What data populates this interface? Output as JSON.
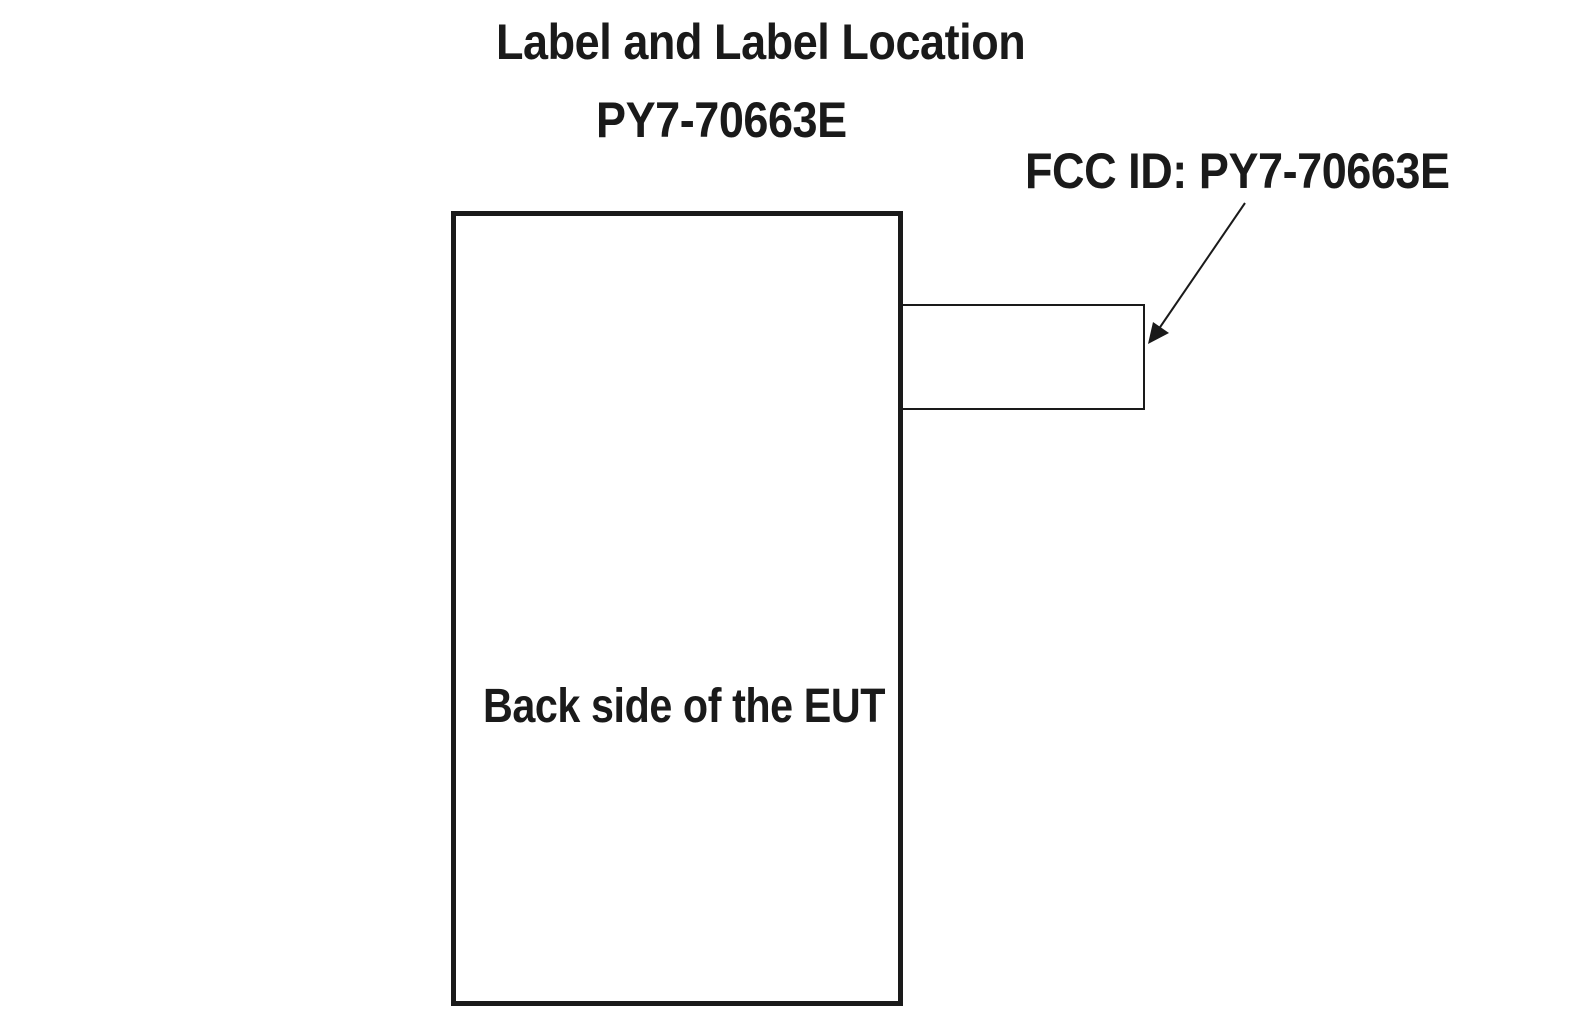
{
  "diagram": {
    "title": "Label and Label Location",
    "subtitle": "PY7-70663E",
    "fcc_label": "FCC ID: PY7-70663E",
    "eut_label": "Back side of the EUT",
    "colors": {
      "ink": "#1a1a1a",
      "background": "#ffffff"
    }
  }
}
